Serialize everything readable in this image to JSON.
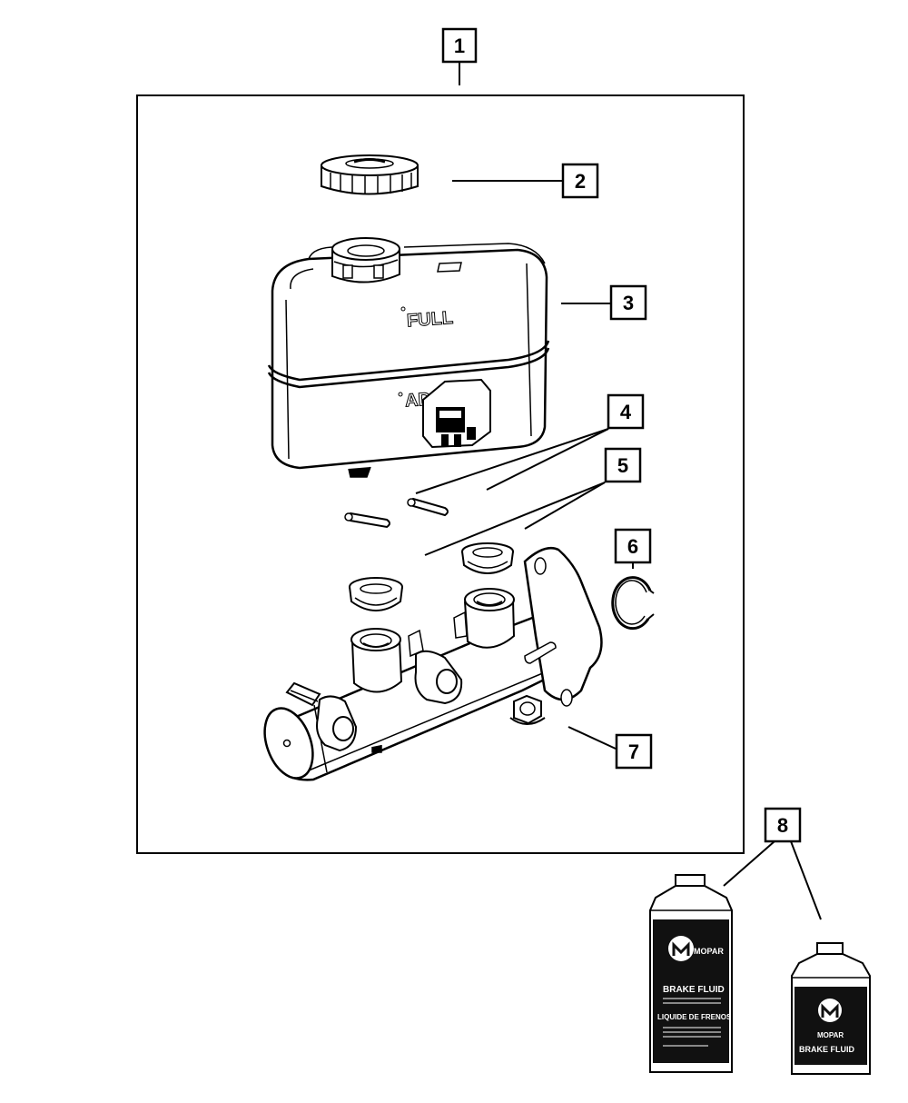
{
  "callouts": {
    "c1": "1",
    "c2": "2",
    "c3": "3",
    "c4": "4",
    "c5": "5",
    "c6": "6",
    "c7": "7",
    "c8": "8"
  },
  "reservoir": {
    "full_mark": "FULL",
    "add_mark": "ADD"
  },
  "bottle": {
    "brand": "MOPAR",
    "product": "BRAKE FLUID",
    "product_fr": "LIQUIDE DE FRENOS",
    "product_short": "BRAKE FLUID"
  },
  "colors": {
    "line": "#000000",
    "background": "#ffffff",
    "label_dark": "#111111"
  }
}
